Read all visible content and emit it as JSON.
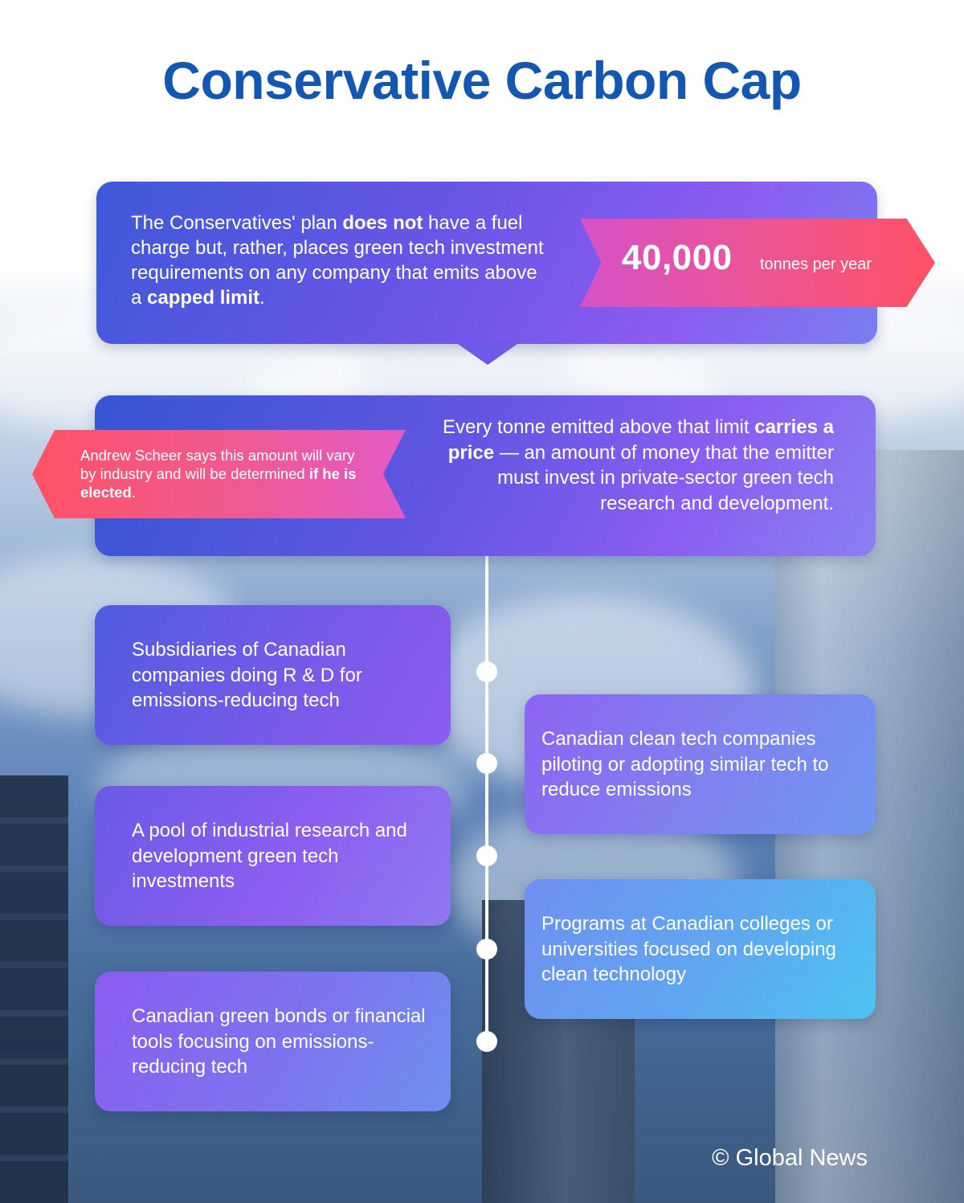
{
  "title": "Conservative Carbon Cap",
  "top_box": {
    "text_1": "The Conservatives' plan ",
    "bold_1": "does not",
    "text_2": " have a fuel charge but, rather, places green tech investment requirements on any company that emits above a ",
    "bold_2": "capped limit",
    "text_3": "."
  },
  "limit_banner": {
    "value": "40,000",
    "unit": "tonnes per year"
  },
  "middle_box": {
    "text_1": "Every tonne emitted above that limit ",
    "bold_1": "carries a price",
    "text_2": " — an amount of money that the emitter must invest in private-sector green tech research and development."
  },
  "scheer_banner": {
    "text_1": "Andrew Scheer says this amount will vary by industry and will be determined ",
    "bold_1": "if he is elected",
    "text_2": "."
  },
  "options": [
    {
      "text": "Subsidiaries of Canadian companies doing R & D for emissions-reducing tech"
    },
    {
      "text": "Canadian clean tech companies piloting or adopting similar tech to reduce emissions"
    },
    {
      "text": "A pool of industrial research and development green tech investments"
    },
    {
      "text": "Programs at Canadian colleges or universities focused on developing clean technology"
    },
    {
      "text": "Canadian green bonds or financial tools focusing on emissions-reducing tech"
    }
  ],
  "credit": "© Global News",
  "colors": {
    "title": "#1357b0",
    "banner_pink": "#ec5495",
    "banner_red": "#ff5266",
    "box_purple": "#8b5cf0",
    "box_blue": "#3e58d9",
    "card_cyan": "#4dc3ef"
  }
}
